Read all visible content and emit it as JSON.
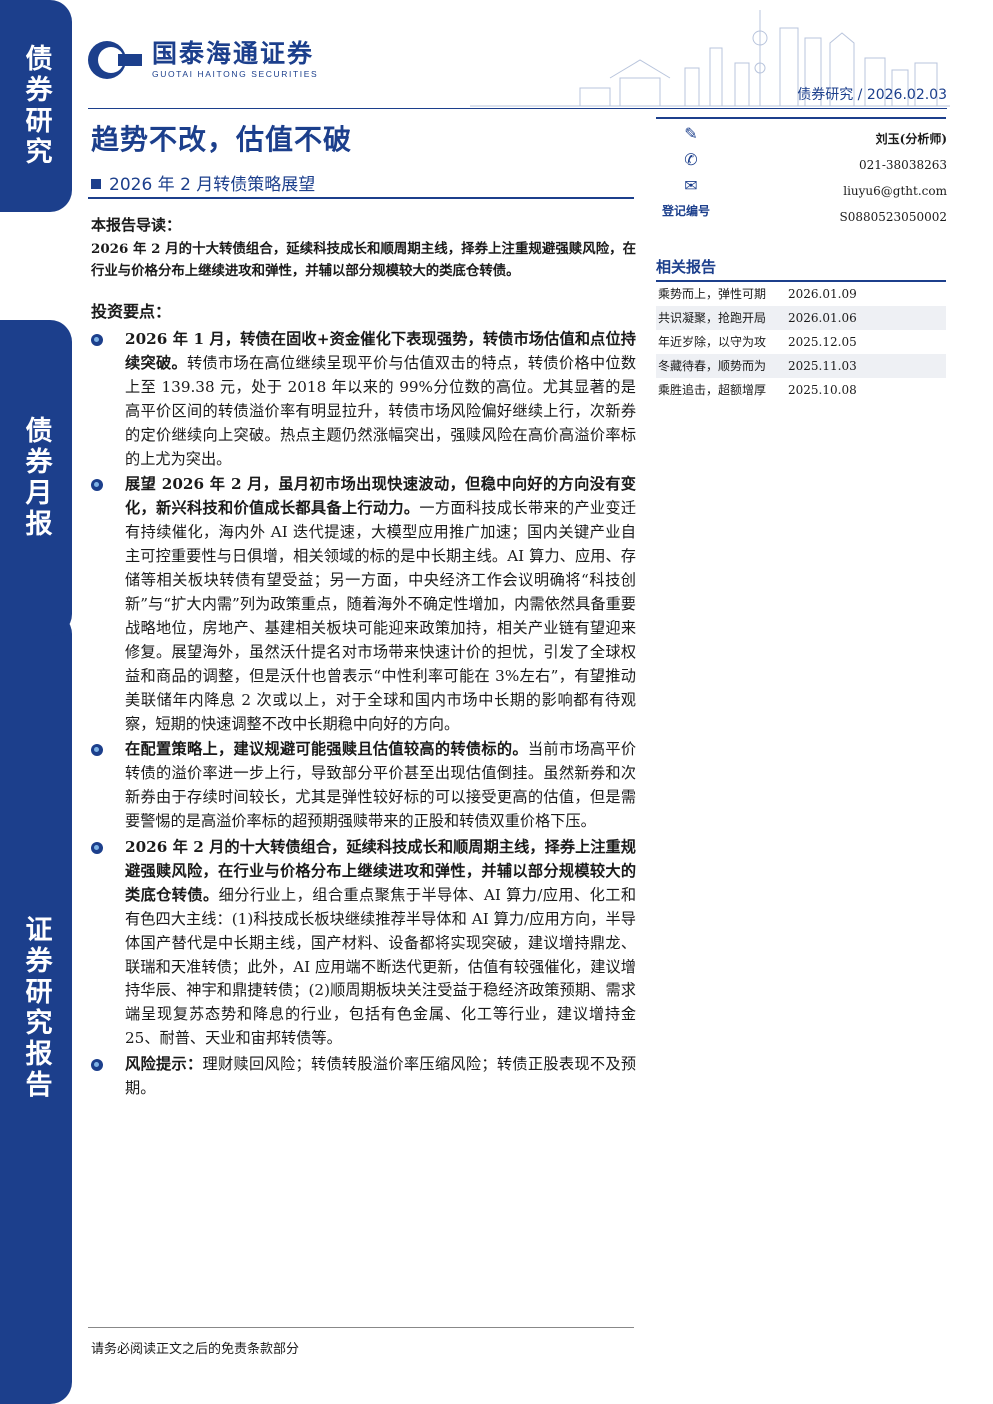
{
  "sidebar": {
    "tab1": "债券研究",
    "tab2": "债券月报",
    "tab3": "证券研究报告"
  },
  "header": {
    "logo_cn": "国泰海通证券",
    "logo_en": "GUOTAI HAITONG SECURITIES",
    "category": "债券研究",
    "separator": "/",
    "date": "2026.02.03"
  },
  "title": "趋势不改，估值不破",
  "subtitle": "2026 年 2 月转债策略展望",
  "analyst": {
    "name": "刘玉(分析师)",
    "phone": "021-38038263",
    "email": "liuyu6@gtht.com",
    "reg_label": "登记编号",
    "reg_no": "S0880523050002"
  },
  "related": {
    "title": "相关报告",
    "items": [
      {
        "title": "乘势而上，弹性可期",
        "date": "2026.01.09"
      },
      {
        "title": "共识凝聚，抢跑开局",
        "date": "2026.01.06"
      },
      {
        "title": "年近岁除，以守为攻",
        "date": "2025.12.05"
      },
      {
        "title": "冬藏待春，顺势而为",
        "date": "2025.11.03"
      },
      {
        "title": "乘胜追击，超额增厚",
        "date": "2025.10.08"
      }
    ]
  },
  "guide": {
    "title": "本报告导读：",
    "text": "2026 年 2 月的十大转债组合，延续科技成长和顺周期主线，择券上注重规避强赎风险，在行业与价格分布上继续进攻和弹性，并辅以部分规模较大的类底仓转债。"
  },
  "points": {
    "title": "投资要点：",
    "items": [
      {
        "bold": "2026 年 1 月，转债在固收+资金催化下表现强势，转债市场估值和点位持续突破。",
        "text": "转债市场在高位继续呈现平价与估值双击的特点，转债价格中位数上至 139.38 元，处于 2018 年以来的 99%分位数的高位。尤其显著的是高平价区间的转债溢价率有明显拉升，转债市场风险偏好继续上行，次新券的定价继续向上突破。热点主题仍然涨幅突出，强赎风险在高价高溢价率标的上尤为突出。"
      },
      {
        "bold": "展望 2026 年 2 月，虽月初市场出现快速波动，但稳中向好的方向没有变化，新兴科技和价值成长都具备上行动力。",
        "text": "一方面科技成长带来的产业变迁有持续催化，海内外 AI 迭代提速，大模型应用推广加速；国内关键产业自主可控重要性与日俱增，相关领域的标的是中长期主线。AI 算力、应用、存储等相关板块转债有望受益；另一方面，中央经济工作会议明确将“科技创新”与“扩大内需”列为政策重点，随着海外不确定性增加，内需依然具备重要战略地位，房地产、基建相关板块可能迎来政策加持，相关产业链有望迎来修复。展望海外，虽然沃什提名对市场带来快速计价的担忧，引发了全球权益和商品的调整，但是沃什也曾表示“中性利率可能在 3%左右”，有望推动美联储年内降息 2 次或以上，对于全球和国内市场中长期的影响都有待观察，短期的快速调整不改中长期稳中向好的方向。"
      },
      {
        "bold": "在配置策略上，建议规避可能强赎且估值较高的转债标的。",
        "text": "当前市场高平价转债的溢价率进一步上行，导致部分平价甚至出现估值倒挂。虽然新券和次新券由于存续时间较长，尤其是弹性较好标的可以接受更高的估值，但是需要警惕的是高溢价率标的超预期强赎带来的正股和转债双重价格下压。"
      },
      {
        "bold": "2026 年 2 月的十大转债组合，延续科技成长和顺周期主线，择券上注重规避强赎风险，在行业与价格分布上继续进攻和弹性，并辅以部分规模较大的类底仓转债。",
        "text": "细分行业上，组合重点聚焦于半导体、AI 算力/应用、化工和有色四大主线：(1)科技成长板块继续推荐半导体和 AI 算力/应用方向，半导体国产替代是中长期主线，国产材料、设备都将实现突破，建议增持鼎龙、联瑞和天准转债；此外，AI 应用端不断迭代更新，估值有较强催化，建议增持华辰、神宇和鼎捷转债；(2)顺周期板块关注受益于稳经济政策预期、需求端呈现复苏态势和降息的行业，包括有色金属、化工等行业，建议增持金 25、耐普、天业和宙邦转债等。"
      },
      {
        "bold": "风险提示：",
        "text": "理财赎回风险；转债转股溢价率压缩风险；转债正股表现不及预期。"
      }
    ]
  },
  "footer": "请务必阅读正文之后的免责条款部分"
}
